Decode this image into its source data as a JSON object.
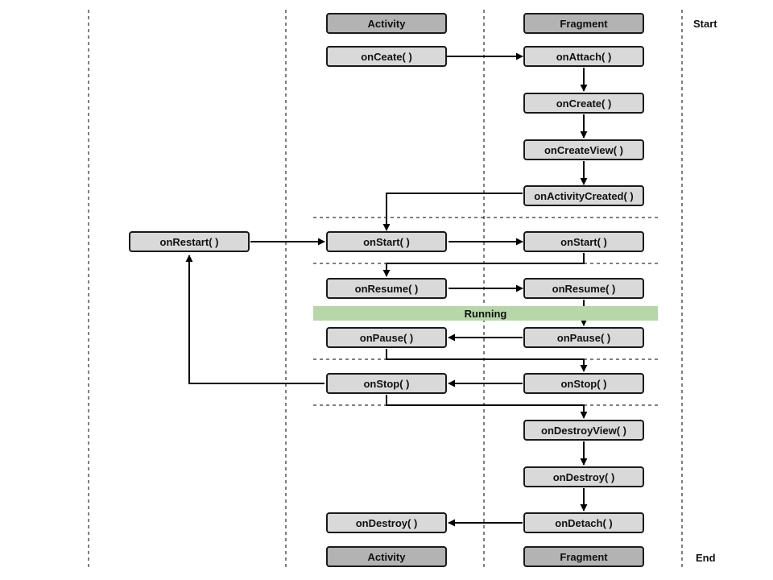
{
  "headers": {
    "activity_top": "Activity",
    "fragment_top": "Fragment",
    "activity_bottom": "Activity",
    "fragment_bottom": "Fragment",
    "start": "Start",
    "end": "End"
  },
  "activity": {
    "on_create": "onCeate( )",
    "on_start": "onStart( )",
    "on_resume": "onResume( )",
    "on_pause": "onPause( )",
    "on_stop": "onStop( )",
    "on_destroy": "onDestroy( )"
  },
  "fragment": {
    "on_attach": "onAttach( )",
    "on_create": "onCreate( )",
    "on_create_view": "onCreateView( )",
    "on_activity_created": "onActivityCreated( )",
    "on_start": "onStart( )",
    "on_resume": "onResume( )",
    "on_pause": "onPause( )",
    "on_stop": "onStop( )",
    "on_destroy_view": "onDestroyView( )",
    "on_destroy": "onDestroy( )",
    "on_detach": "onDetach( )"
  },
  "restart": {
    "label": "onRestart( )"
  },
  "running": {
    "label": "Running"
  },
  "colors": {
    "box_fill": "#d9d9d9",
    "header_fill": "#b3b3b3",
    "running_fill": "#b6d7a8",
    "line": "#000000"
  }
}
